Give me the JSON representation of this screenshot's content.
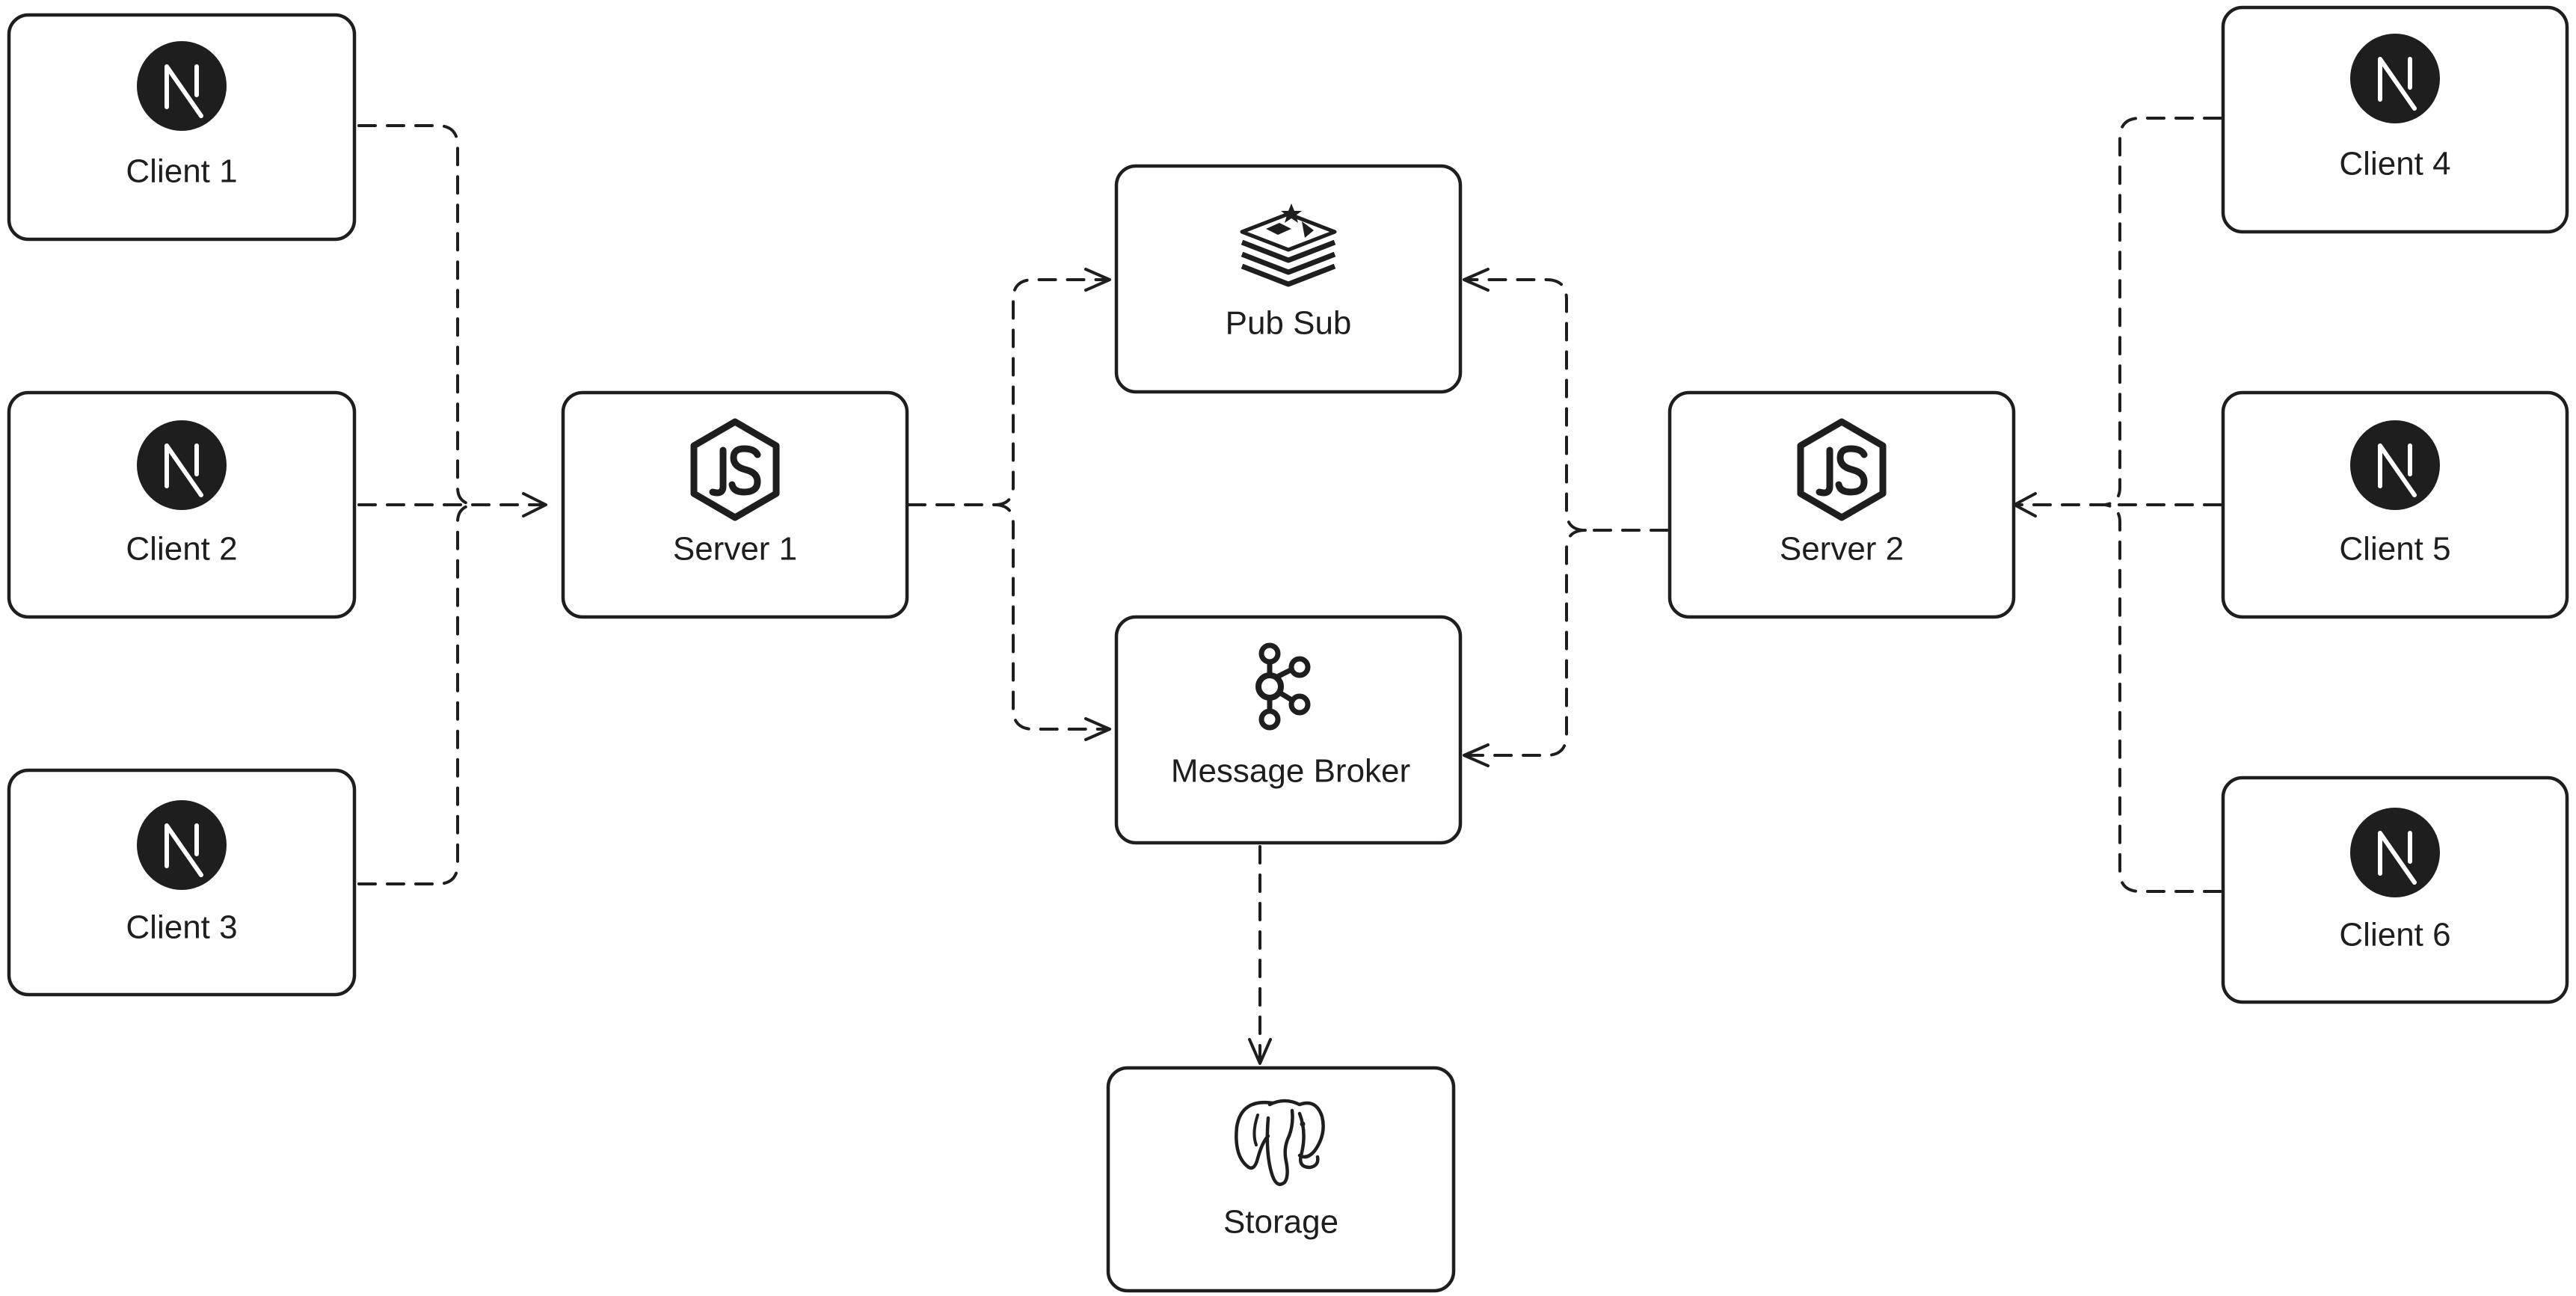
{
  "diagram": {
    "nodes": [
      {
        "id": "client1",
        "label": "Client 1",
        "icon": "nextjs-icon"
      },
      {
        "id": "client2",
        "label": "Client 2",
        "icon": "nextjs-icon"
      },
      {
        "id": "client3",
        "label": "Client 3",
        "icon": "nextjs-icon"
      },
      {
        "id": "server1",
        "label": "Server 1",
        "icon": "nodejs-icon"
      },
      {
        "id": "pubsub",
        "label": "Pub Sub",
        "icon": "redis-icon"
      },
      {
        "id": "broker",
        "label": "Message Broker",
        "icon": "kafka-icon"
      },
      {
        "id": "storage",
        "label": "Storage",
        "icon": "postgresql-icon"
      },
      {
        "id": "server2",
        "label": "Server 2",
        "icon": "nodejs-icon"
      },
      {
        "id": "client4",
        "label": "Client 4",
        "icon": "nextjs-icon"
      },
      {
        "id": "client5",
        "label": "Client 5",
        "icon": "nextjs-icon"
      },
      {
        "id": "client6",
        "label": "Client 6",
        "icon": "nextjs-icon"
      }
    ],
    "edges": [
      {
        "from": "client1",
        "to": "server1"
      },
      {
        "from": "client2",
        "to": "server1"
      },
      {
        "from": "client3",
        "to": "server1"
      },
      {
        "from": "server1",
        "to": "pubsub"
      },
      {
        "from": "server1",
        "to": "broker"
      },
      {
        "from": "server2",
        "to": "pubsub"
      },
      {
        "from": "server2",
        "to": "broker"
      },
      {
        "from": "client4",
        "to": "server2"
      },
      {
        "from": "client5",
        "to": "server2"
      },
      {
        "from": "client6",
        "to": "server2"
      },
      {
        "from": "broker",
        "to": "storage"
      }
    ],
    "colors": {
      "stroke": "#1e1e1e",
      "icon_fill": "#1e1e1e",
      "background": "#ffffff"
    }
  }
}
